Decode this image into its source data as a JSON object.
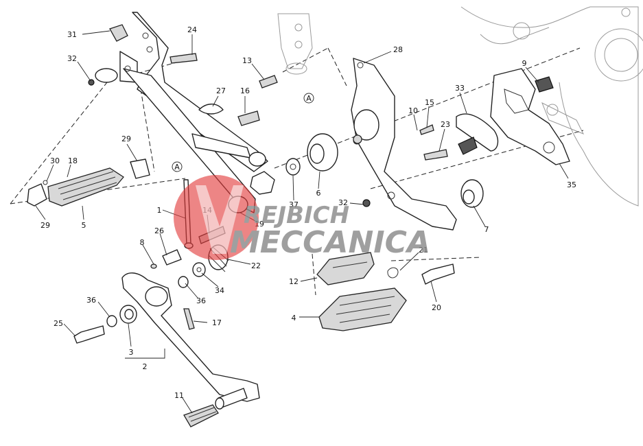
{
  "callouts": [
    {
      "id": "c31",
      "text": "31"
    },
    {
      "id": "c32a",
      "text": "32"
    },
    {
      "id": "c24",
      "text": "24"
    },
    {
      "id": "c13",
      "text": "13"
    },
    {
      "id": "c16",
      "text": "16"
    },
    {
      "id": "c27",
      "text": "27"
    },
    {
      "id": "c28",
      "text": "28"
    },
    {
      "id": "c9",
      "text": "9"
    },
    {
      "id": "c33",
      "text": "33"
    },
    {
      "id": "c10",
      "text": "10"
    },
    {
      "id": "c15",
      "text": "15"
    },
    {
      "id": "c23",
      "text": "23"
    },
    {
      "id": "c35",
      "text": "35"
    },
    {
      "id": "c29a",
      "text": "29"
    },
    {
      "id": "c30",
      "text": "30"
    },
    {
      "id": "c18",
      "text": "18"
    },
    {
      "id": "c29b",
      "text": "29"
    },
    {
      "id": "c5",
      "text": "5"
    },
    {
      "id": "c1",
      "text": "1"
    },
    {
      "id": "c14",
      "text": "14"
    },
    {
      "id": "c19",
      "text": "19"
    },
    {
      "id": "c37",
      "text": "37"
    },
    {
      "id": "c6",
      "text": "6"
    },
    {
      "id": "c32b",
      "text": "32"
    },
    {
      "id": "c7",
      "text": "7"
    },
    {
      "id": "c26",
      "text": "26"
    },
    {
      "id": "c8",
      "text": "8"
    },
    {
      "id": "c22",
      "text": "22"
    },
    {
      "id": "c34",
      "text": "34"
    },
    {
      "id": "c36a",
      "text": "36"
    },
    {
      "id": "c21",
      "text": "21"
    },
    {
      "id": "c12",
      "text": "12"
    },
    {
      "id": "c4",
      "text": "4"
    },
    {
      "id": "c20",
      "text": "20"
    },
    {
      "id": "c36b",
      "text": "36"
    },
    {
      "id": "c25",
      "text": "25"
    },
    {
      "id": "c17",
      "text": "17"
    },
    {
      "id": "c3",
      "text": "3"
    },
    {
      "id": "c2",
      "text": "2"
    },
    {
      "id": "c11",
      "text": "11"
    }
  ],
  "reference_markers": [
    {
      "id": "refA1",
      "text": "A"
    },
    {
      "id": "refA2",
      "text": "A"
    }
  ],
  "watermark": {
    "line1": "REJBICH",
    "line2": "MECCANICA",
    "color_red": "#e23a3a",
    "color_grey": "#8a8a8a"
  }
}
